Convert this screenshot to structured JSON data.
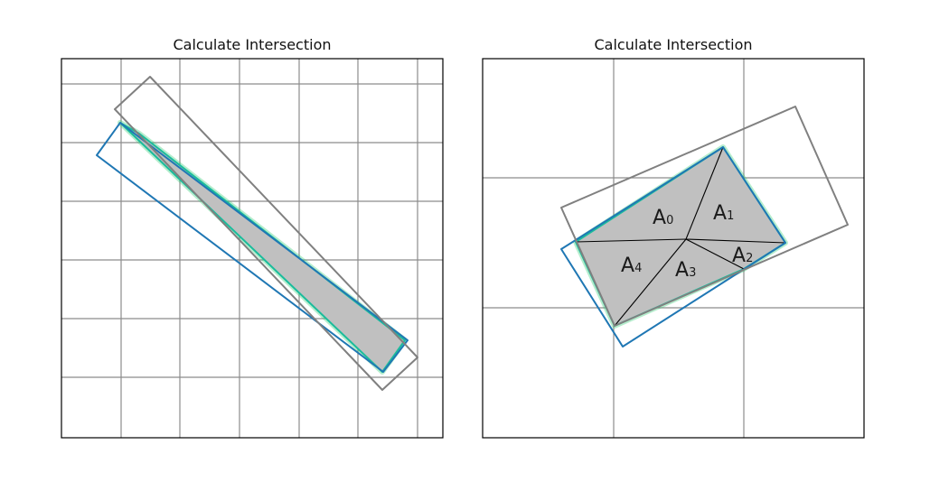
{
  "colors": {
    "rect_a": "#1f77b4",
    "rect_b": "#808080",
    "intersection_fill": "#c0c0c0",
    "intersection_outline": "#2ecc71",
    "grid": "#8c8c8c",
    "frame": "#000000",
    "fan_line": "#000000"
  },
  "panels": [
    {
      "title": "Calculate Intersection"
    },
    {
      "title": "Calculate Intersection",
      "areas": [
        {
          "base": "A",
          "sub": "0"
        },
        {
          "base": "A",
          "sub": "1"
        },
        {
          "base": "A",
          "sub": "2"
        },
        {
          "base": "A",
          "sub": "3"
        },
        {
          "base": "A",
          "sub": "4"
        }
      ]
    }
  ]
}
